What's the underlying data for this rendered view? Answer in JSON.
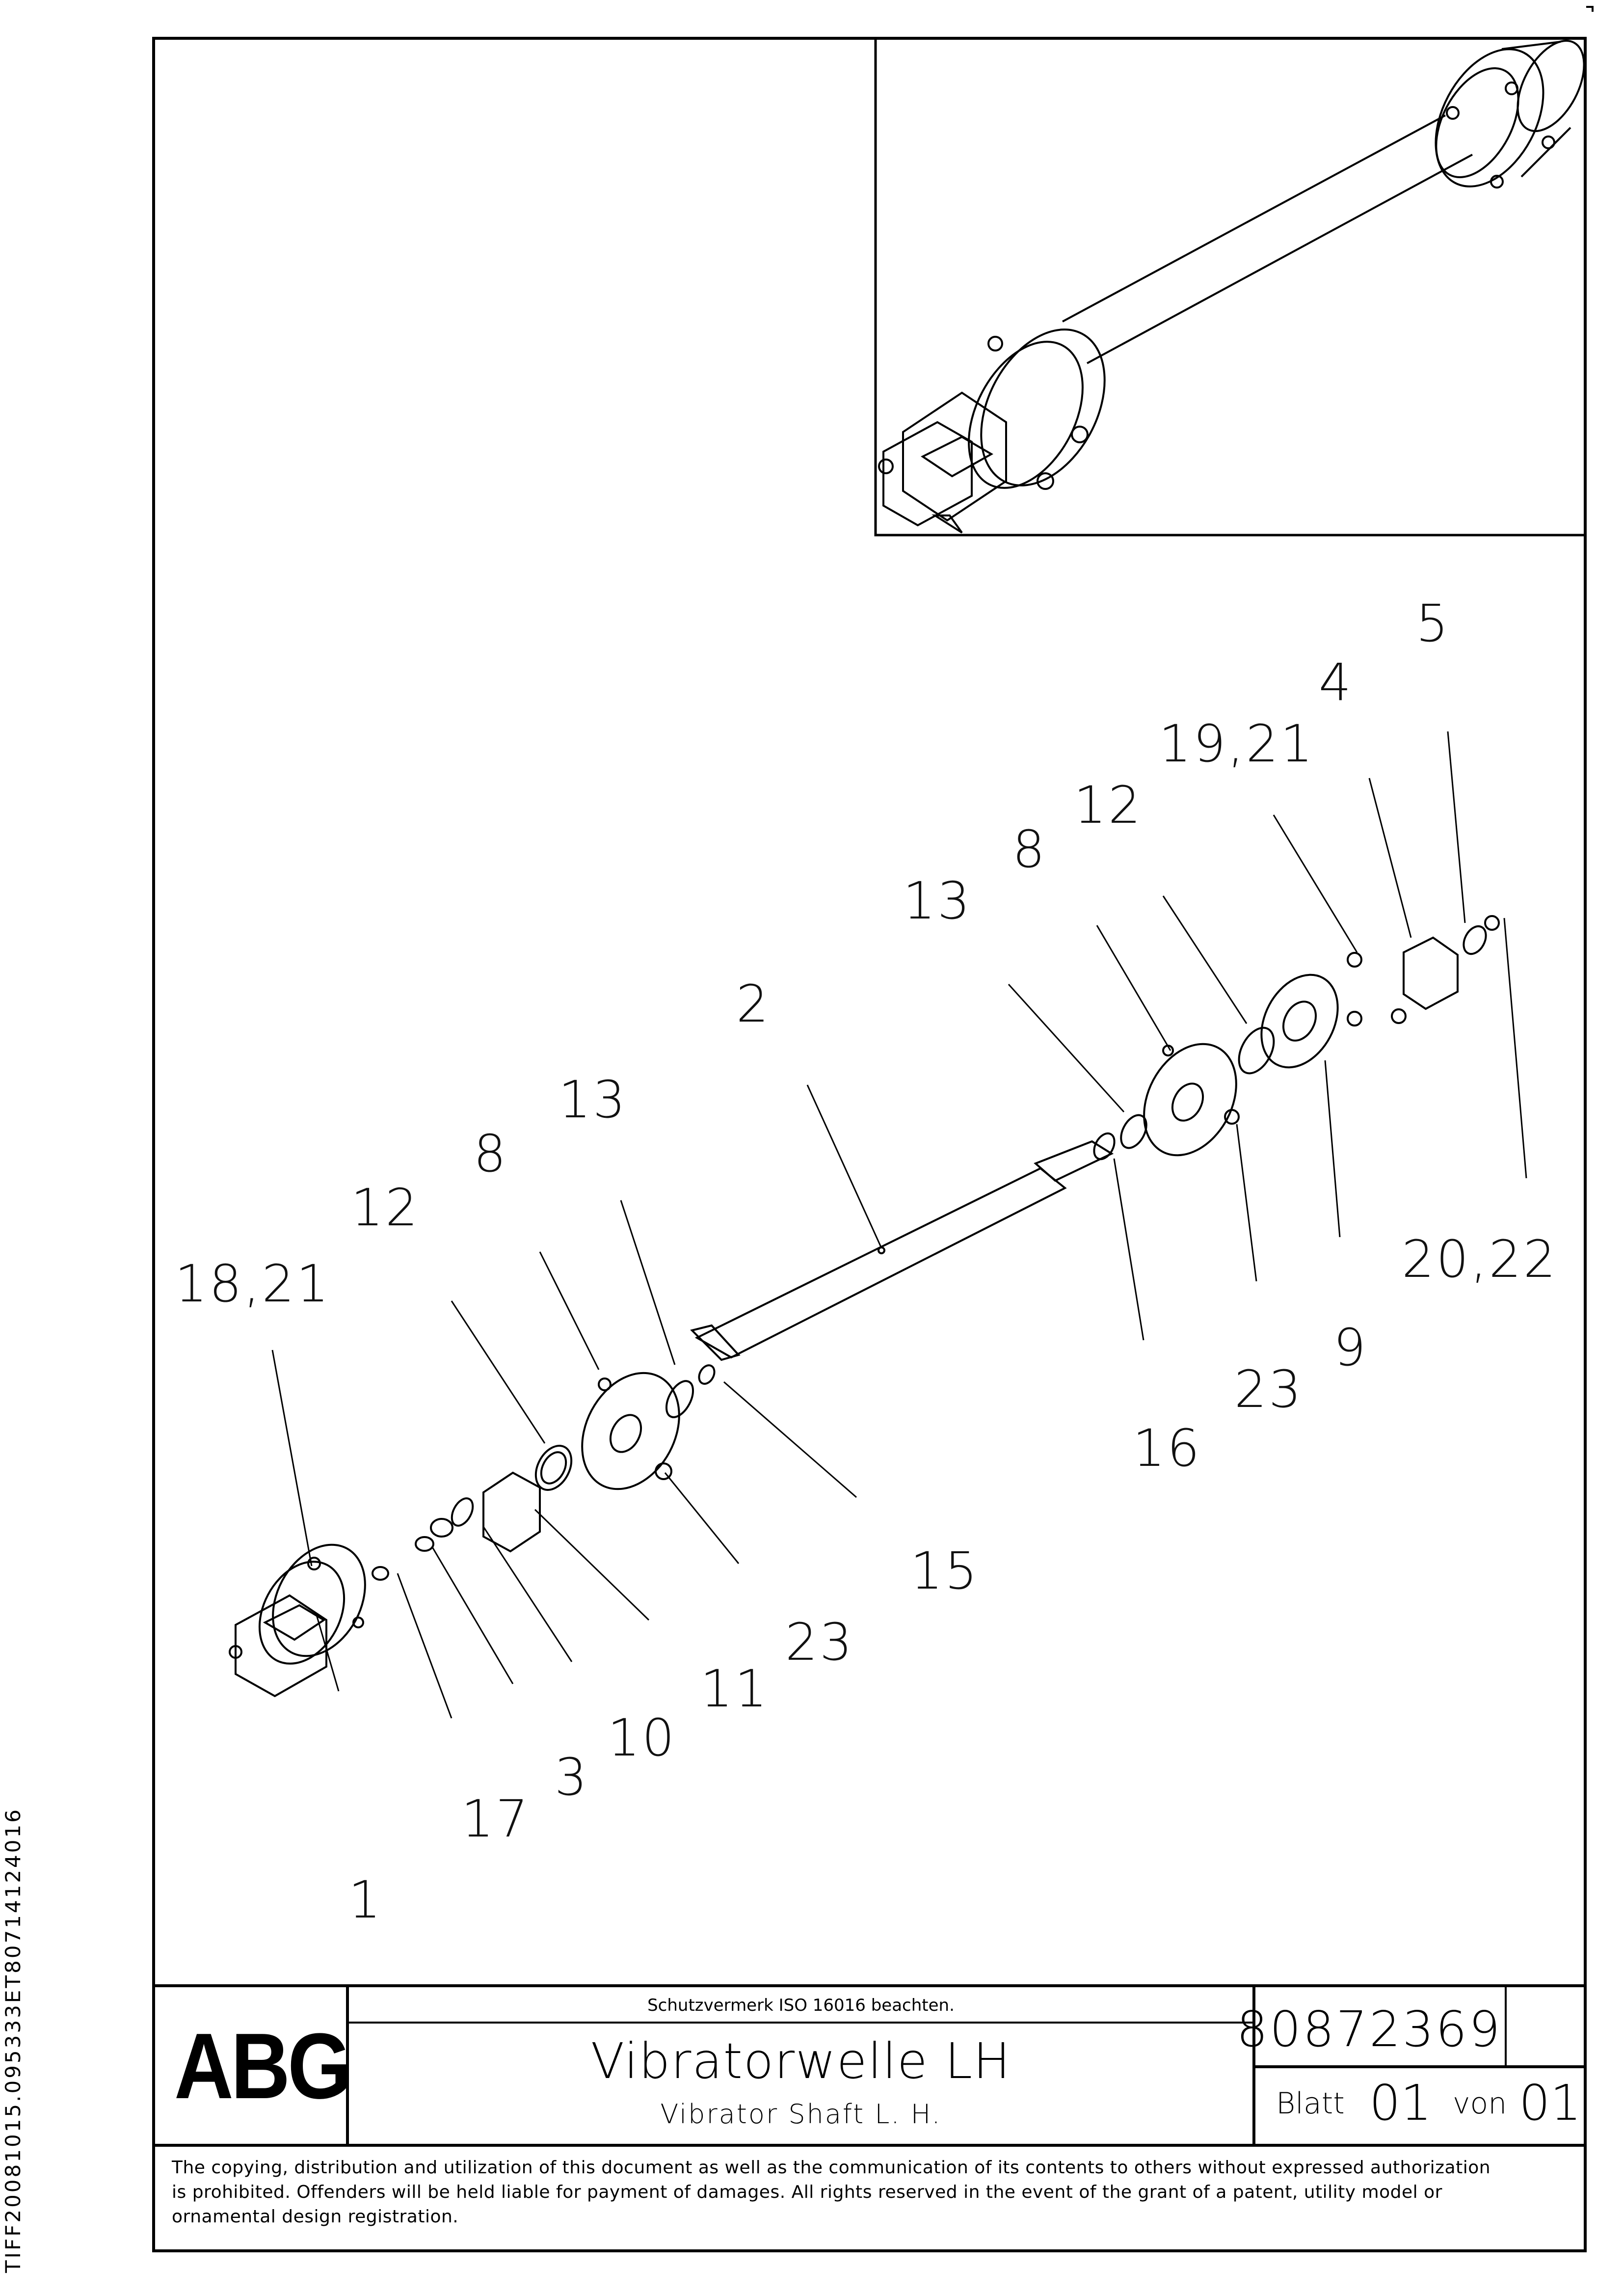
{
  "part_labels": [
    "1",
    "2",
    "3",
    "4",
    "5",
    "8",
    "8",
    "9",
    "10",
    "11",
    "12",
    "12",
    "13",
    "13",
    "15",
    "16",
    "17",
    "18,21",
    "19,21",
    "20,22",
    "23",
    "23"
  ],
  "title_block": {
    "logo": "ABG",
    "protection_note": "Schutzvermerk ISO 16016 beachten.",
    "title_de": "Vibratorwelle LH",
    "title_en": "Vibrator Shaft L. H.",
    "drawing_number": "80872369",
    "sheet_label": "Blatt",
    "sheet_number": "01",
    "of_label": "von",
    "sheet_total": "01"
  },
  "copyright_lines": [
    "The copying, distribution and utilization of this document as well as the communication of its contents to others without expressed authorization",
    "is prohibited. Offenders will be held liable for payment of damages. All rights reserved in the event of the grant of a patent, utility model or",
    "ornamental design registration."
  ],
  "side_code": "TIFF20081015.095333ET80714124016"
}
